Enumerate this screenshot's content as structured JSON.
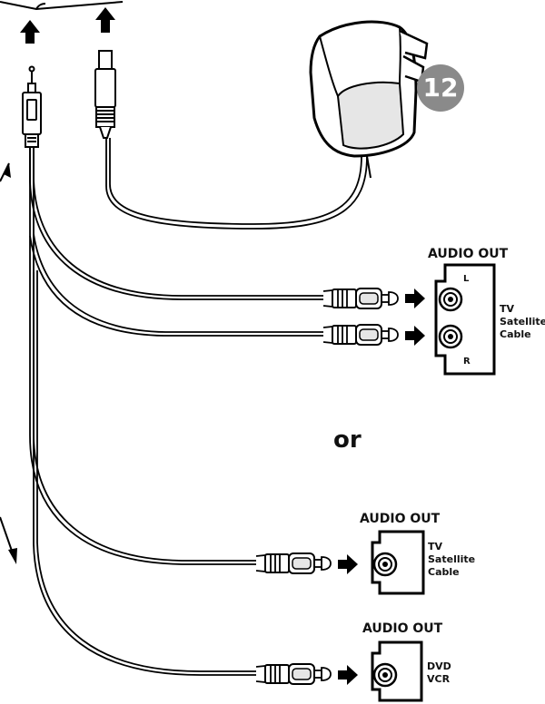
{
  "step_badge": "12",
  "separator": "or",
  "panels": [
    {
      "header": "AUDIO OUT",
      "channel_left": "L",
      "channel_right": "R",
      "devices": [
        "TV",
        "Satellite",
        "Cable"
      ]
    },
    {
      "header": "AUDIO OUT",
      "devices": [
        "TV",
        "Satellite",
        "Cable"
      ]
    },
    {
      "header": "AUDIO OUT",
      "devices": [
        "DVD",
        "VCR"
      ]
    }
  ],
  "colors": {
    "line": "#000000",
    "badge": "#8a8a8a",
    "adapter_fill": "#ffffff",
    "adapter_shade": "#e6e6e6"
  }
}
